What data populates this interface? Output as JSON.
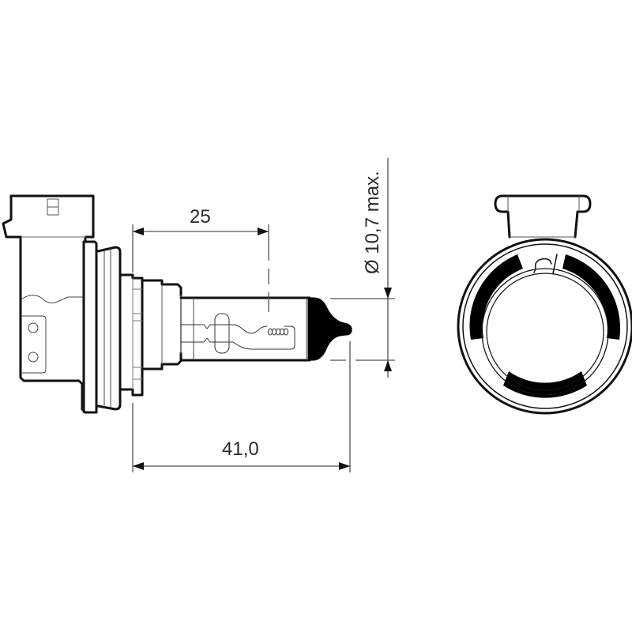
{
  "diagram": {
    "title": "Halogen bulb dimensional drawing (side view and end view)",
    "dimensions": {
      "light_center_distance": "25",
      "overall_length": "41,0",
      "max_diameter": "Ø 10,7 max."
    },
    "views": [
      "side-view",
      "base-end-view"
    ],
    "colors": {
      "outline": "#111111",
      "dimension_line": "#555555",
      "fill_black": "#000000",
      "text": "#2a2a2a"
    }
  }
}
